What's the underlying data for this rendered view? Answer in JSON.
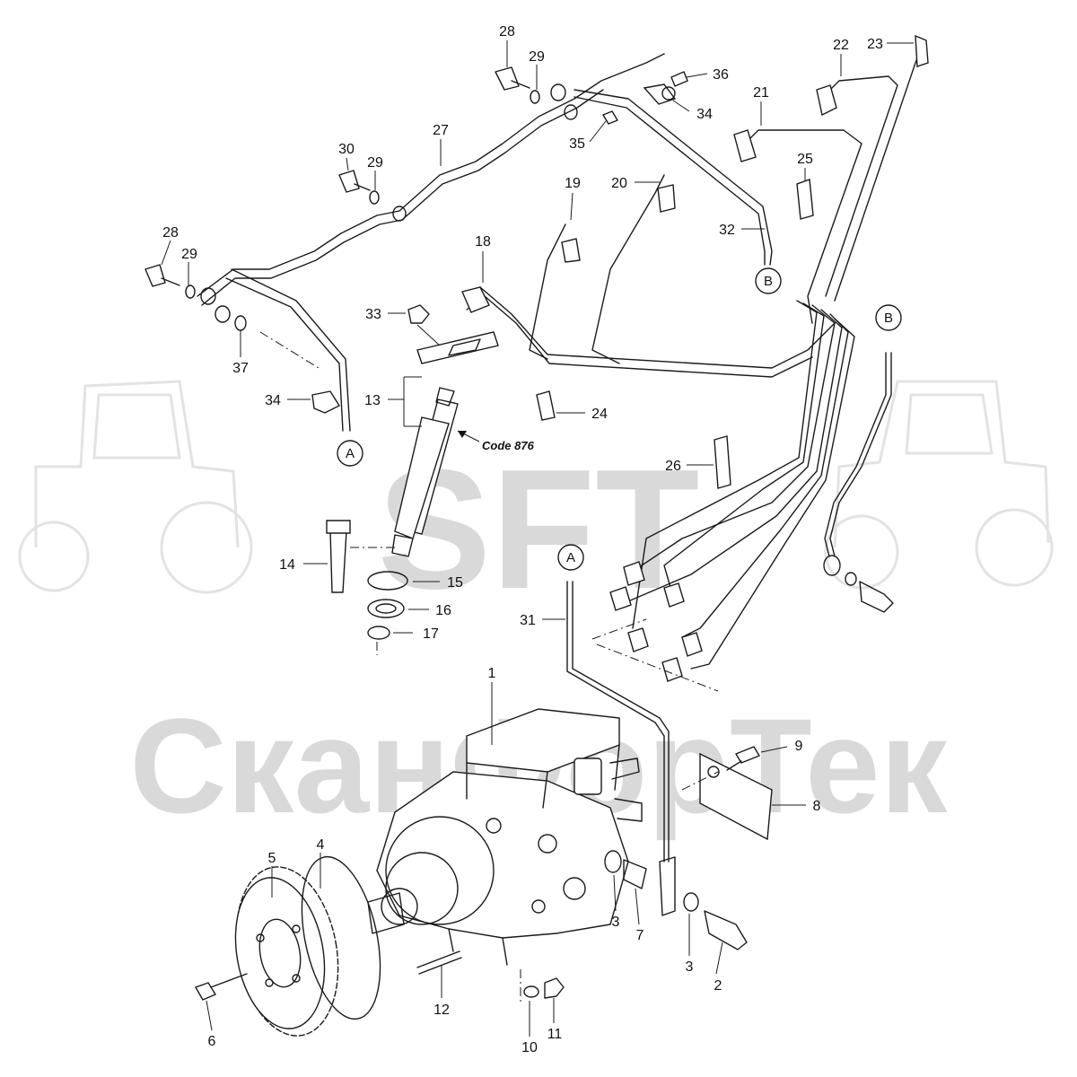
{
  "watermark": {
    "logo_text": "SFT",
    "company_text": "СканФорТек"
  },
  "annotation": {
    "code_note": "Code 876"
  },
  "reference_markers": [
    {
      "id": "marker-a-pipe",
      "label": "A"
    },
    {
      "id": "marker-a-pump",
      "label": "A"
    },
    {
      "id": "marker-b-pipe",
      "label": "B"
    },
    {
      "id": "marker-b-line",
      "label": "B"
    }
  ],
  "callouts": [
    {
      "label": "1"
    },
    {
      "label": "2"
    },
    {
      "label": "3"
    },
    {
      "label": "3"
    },
    {
      "label": "4"
    },
    {
      "label": "5"
    },
    {
      "label": "6"
    },
    {
      "label": "7"
    },
    {
      "label": "8"
    },
    {
      "label": "9"
    },
    {
      "label": "10"
    },
    {
      "label": "11"
    },
    {
      "label": "12"
    },
    {
      "label": "13"
    },
    {
      "label": "14"
    },
    {
      "label": "15"
    },
    {
      "label": "16"
    },
    {
      "label": "17"
    },
    {
      "label": "18"
    },
    {
      "label": "19"
    },
    {
      "label": "20"
    },
    {
      "label": "21"
    },
    {
      "label": "22"
    },
    {
      "label": "23"
    },
    {
      "label": "24"
    },
    {
      "label": "25"
    },
    {
      "label": "26"
    },
    {
      "label": "27"
    },
    {
      "label": "28"
    },
    {
      "label": "28"
    },
    {
      "label": "29"
    },
    {
      "label": "29"
    },
    {
      "label": "29"
    },
    {
      "label": "30"
    },
    {
      "label": "31"
    },
    {
      "label": "32"
    },
    {
      "label": "33"
    },
    {
      "label": "34"
    },
    {
      "label": "34"
    },
    {
      "label": "35"
    },
    {
      "label": "36"
    },
    {
      "label": "37"
    }
  ]
}
